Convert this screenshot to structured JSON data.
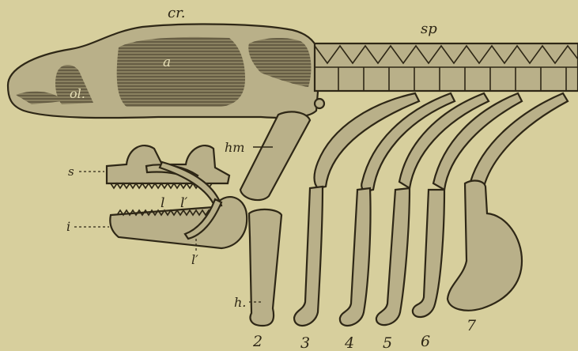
{
  "labels": {
    "cr": "cr.",
    "sp": "sp",
    "a": "a",
    "ol": "ol.",
    "hm": "hm",
    "s": "s",
    "l": "l",
    "l_prime": "l′",
    "i": "i",
    "l_prime_lower": "l′",
    "h": "h."
  },
  "arch_numbers": [
    "2",
    "3",
    "4",
    "5",
    "6",
    "7"
  ],
  "colors": {
    "background": "#d7cf9d",
    "ink": "#2e2716",
    "bone": "#b9b089",
    "shade": "#6d6444"
  }
}
